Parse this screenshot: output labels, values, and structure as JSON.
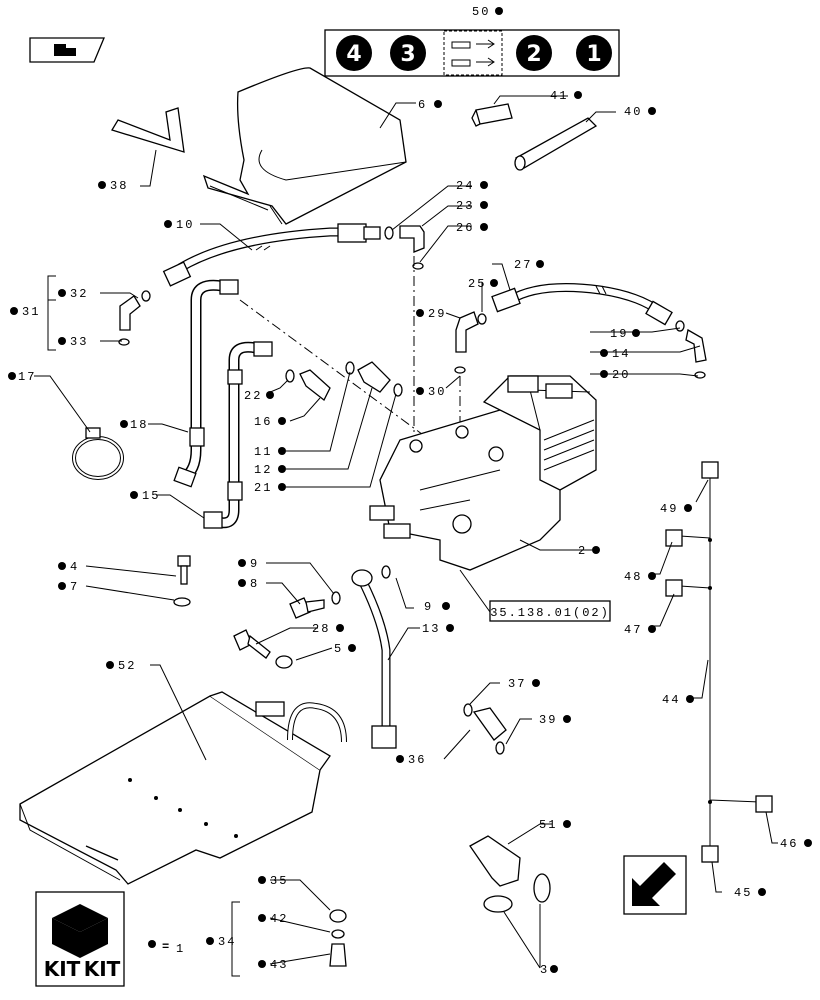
{
  "diagram": {
    "ref_box": "35.138.01(02)",
    "kit_eq": "=",
    "kit_eq_sub": "1",
    "kit_word": "KIT",
    "sequence": [
      "4",
      "3",
      "2",
      "1"
    ],
    "labels": {
      "p50": "50",
      "p6": "6",
      "p41": "41",
      "p40": "40",
      "p38": "38",
      "p24": "24",
      "p23": "23",
      "p26": "26",
      "p10": "10",
      "p27": "27",
      "p25": "25",
      "p32": "32",
      "p31": "31",
      "p33": "33",
      "p29": "29",
      "p19": "19",
      "p14": "14",
      "p20": "20",
      "p17": "17",
      "p22": "22",
      "p16": "16",
      "p30": "30",
      "p18": "18",
      "p11": "11",
      "p12": "12",
      "p21": "21",
      "p15": "15",
      "p49": "49",
      "p2": "2",
      "p4": "4",
      "p9a": "9",
      "p7": "7",
      "p8": "8",
      "p9b": "9",
      "p48": "48",
      "p47": "47",
      "p28": "28",
      "p13": "13",
      "p5": "5",
      "p52": "52",
      "p44": "44",
      "p37": "37",
      "p39": "39",
      "p36": "36",
      "p51": "51",
      "p46": "46",
      "p45": "45",
      "p35": "35",
      "p34": "34",
      "p42": "42",
      "p43": "43",
      "p3": "3"
    }
  }
}
